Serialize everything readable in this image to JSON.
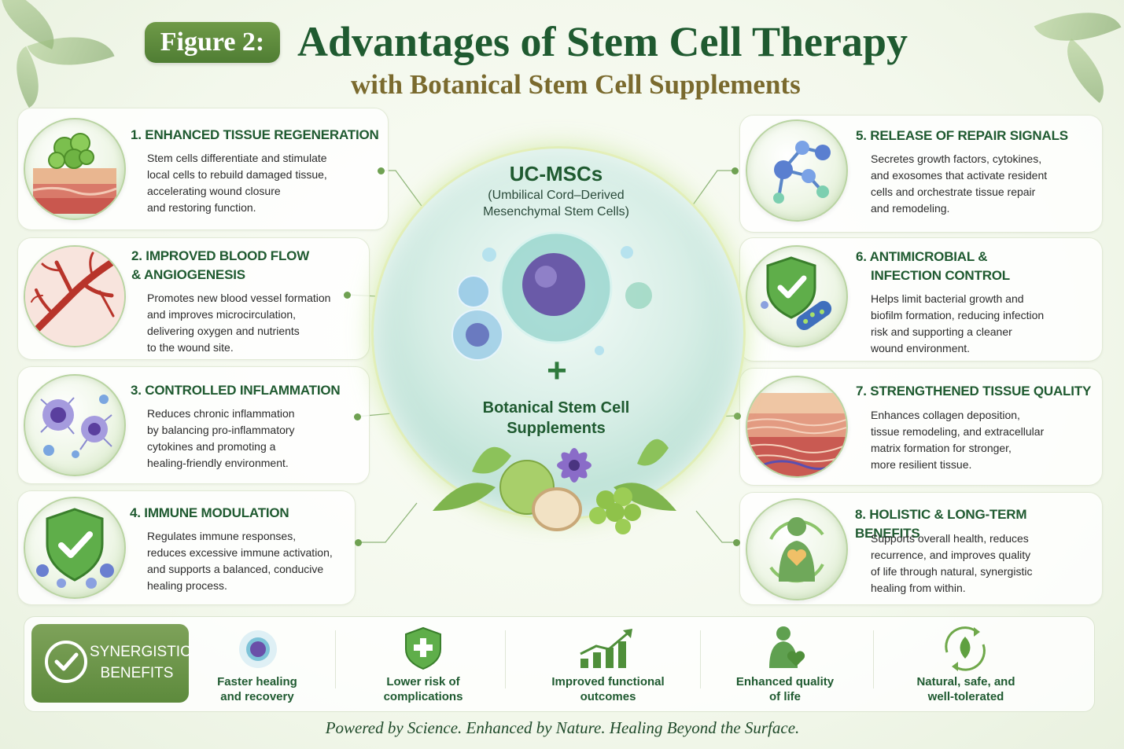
{
  "header": {
    "figure_label": "Figure 2:",
    "title": "Advantages of Stem Cell Therapy",
    "subtitle": "with Botanical Stem Cell Supplements"
  },
  "benefits": [
    {
      "title_lines": [
        "1. ENHANCED TISSUE REGENERATION"
      ],
      "desc_lines": [
        "Stem cells differentiate and stimulate",
        "local cells to rebuild damaged tissue,",
        "accelerating wound closure",
        "and restoring function."
      ],
      "icon": "tissue-regeneration-icon"
    },
    {
      "title_lines": [
        "2. IMPROVED BLOOD FLOW",
        "& ANGIOGENESIS"
      ],
      "desc_lines": [
        "Promotes new blood vessel formation",
        "and improves microcirculation,",
        "delivering oxygen and nutrients",
        "to the wound site."
      ],
      "icon": "blood-vessel-icon"
    },
    {
      "title_lines": [
        "3. CONTROLLED INFLAMMATION"
      ],
      "desc_lines": [
        "Reduces chronic inflammation",
        "by balancing pro-inflammatory",
        "cytokines and promoting a",
        "healing-friendly environment."
      ],
      "icon": "immune-cells-icon"
    },
    {
      "title_lines": [
        "4. IMMUNE MODULATION"
      ],
      "desc_lines": [
        "Regulates immune responses,",
        "reduces excessive immune activation,",
        "and supports a balanced, conducive",
        "healing process."
      ],
      "icon": "shield-check-icon"
    },
    {
      "title_lines": [
        "5. RELEASE OF REPAIR SIGNALS"
      ],
      "desc_lines": [
        "Secretes growth factors, cytokines,",
        "and exosomes that activate resident",
        "cells and orchestrate tissue repair",
        "and remodeling."
      ],
      "icon": "molecule-network-icon"
    },
    {
      "title_lines": [
        "6. ANTIMICROBIAL &",
        "INFECTION CONTROL"
      ],
      "desc_lines": [
        "Helps limit bacterial growth and",
        "biofilm formation, reducing infection",
        "risk and supporting a cleaner",
        "wound environment."
      ],
      "icon": "shield-bacteria-icon"
    },
    {
      "title_lines": [
        "7. STRENGTHENED TISSUE QUALITY"
      ],
      "desc_lines": [
        "Enhances collagen deposition,",
        "tissue remodeling, and extracellular",
        "matrix formation for stronger,",
        "more resilient tissue."
      ],
      "icon": "skin-layers-icon"
    },
    {
      "title_lines": [
        "8. HOLISTIC & LONG-TERM BENEFITS"
      ],
      "desc_lines": [
        "Supports overall health, reduces",
        "recurrence, and improves quality",
        "of life through natural, synergistic",
        "healing from within."
      ],
      "icon": "person-heart-icon"
    }
  ],
  "center": {
    "title": "UC-MSCs",
    "subtitle_lines": [
      "(Umbilical Cord–Derived",
      "Mesenchymal Stem Cells)"
    ],
    "plus": "+",
    "bottom_lines": [
      "Botanical Stem Cell",
      "Supplements"
    ]
  },
  "synergy": {
    "label_lines": [
      "SYNERGISTIC",
      "BENEFITS"
    ],
    "items": [
      {
        "lines": [
          "Faster healing",
          "and recovery"
        ],
        "icon": "stem-cell-orb-icon"
      },
      {
        "lines": [
          "Lower risk of",
          "complications"
        ],
        "icon": "shield-plus-icon"
      },
      {
        "lines": [
          "Improved functional",
          "outcomes"
        ],
        "icon": "growth-chart-icon"
      },
      {
        "lines": [
          "Enhanced quality",
          "of life"
        ],
        "icon": "person-heart-icon"
      },
      {
        "lines": [
          "Natural, safe, and",
          "well-tolerated"
        ],
        "icon": "leaf-recycle-icon"
      }
    ]
  },
  "tagline": "Powered by Science. Enhanced by Nature. Healing Beyond the Surface.",
  "colors": {
    "primary_green": "#1f5a30",
    "accent_green": "#6f9a48",
    "subtitle_gold": "#7a6a2e"
  }
}
